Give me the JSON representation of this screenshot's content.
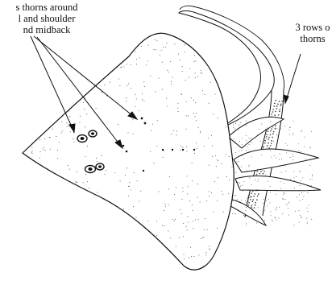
{
  "labels": {
    "thorns_left": {
      "lines": [
        "s thorns around",
        "l and shoulder",
        "nd midback"
      ]
    },
    "thorns_right": {
      "lines": [
        "3 rows o",
        "thorns"
      ]
    }
  },
  "colors": {
    "ink": "#111111",
    "stipple": "#333333",
    "background": "#ffffff"
  }
}
